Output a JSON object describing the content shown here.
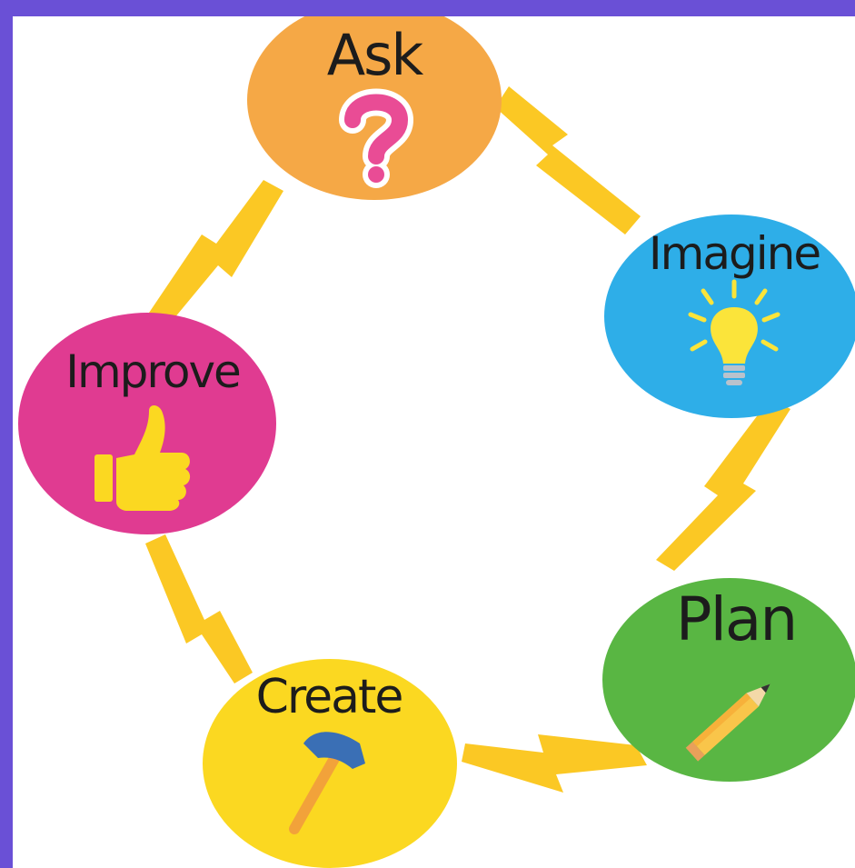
{
  "diagram": {
    "nodes": [
      {
        "id": "ask",
        "label": "Ask",
        "color": "#f5a846",
        "icon": "question-mark-icon"
      },
      {
        "id": "imagine",
        "label": "Imagine",
        "color": "#2eaee8",
        "icon": "light-bulb-icon"
      },
      {
        "id": "plan",
        "label": "Plan",
        "color": "#59b643",
        "icon": "pencil-icon"
      },
      {
        "id": "create",
        "label": "Create",
        "color": "#fbd821",
        "icon": "hammer-icon"
      },
      {
        "id": "improve",
        "label": "Improve",
        "color": "#e03b91",
        "icon": "thumbs-up-icon"
      }
    ],
    "connector_color": "#fbc824",
    "frame_color": "#6a50d6"
  }
}
